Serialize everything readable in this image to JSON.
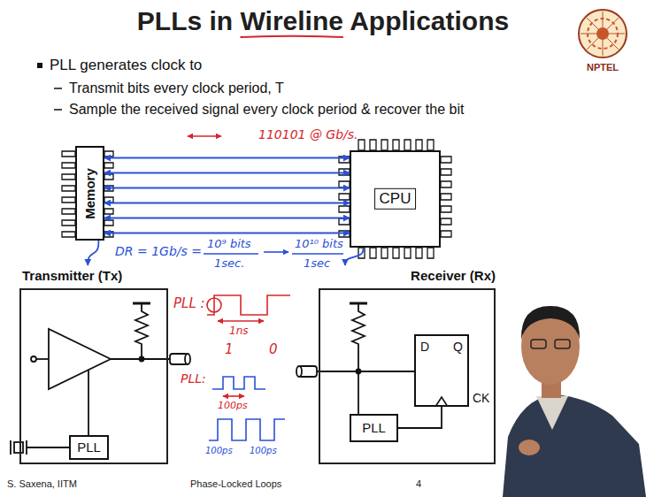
{
  "diagram": {
    "title": "PLLs in Wireline Applications",
    "nodes": [
      {
        "text": [
          "Memory"
        ]
      },
      {
        "text": [
          "CPU"
        ]
      },
      {
        "text": [
          "Transmitter (Tx)"
        ]
      },
      {
        "text": [
          "PLL"
        ],
        "in": 2
      },
      {
        "text": [
          "Receiver (Rx)"
        ]
      },
      {
        "text": [
          "PLL"
        ],
        "in": 4
      },
      {
        "text": [
          "D",
          "Q",
          "CK"
        ],
        "in": 4
      }
    ],
    "edges": [
      {
        "from": 0,
        "to": 1,
        "arrow": "both"
      },
      {
        "from": 0,
        "to": 1,
        "arrow": "both"
      },
      {
        "from": 0,
        "to": 1,
        "arrow": "both"
      },
      {
        "from": 0,
        "to": 1,
        "arrow": "both"
      },
      {
        "from": 0,
        "to": 1,
        "arrow": "both"
      },
      {
        "from": 0,
        "to": 1,
        "arrow": "both"
      },
      {
        "from": 0,
        "to": 2,
        "arrow": "to"
      },
      {
        "from": 1,
        "to": 4,
        "arrow": "to"
      },
      {
        "from": 5,
        "to": 6,
        "arrow": "none"
      }
    ],
    "labels": [
      "PLL generates clock to",
      "Transmit bits every clock period, T",
      "Sample the received signal every clock period & recover the bit",
      "NPTEL",
      "110101 @ Gb/s.",
      "DR = 1Gb/s =",
      "10⁹ bits",
      "1sec.",
      "10¹⁰ bits",
      "1sec",
      "PLL :",
      "1ns",
      "1",
      "0",
      "PLL:",
      "100ps",
      "100ps",
      "100ps",
      "S. Saxena, IITM",
      "Phase-Locked Loops",
      "4"
    ]
  }
}
